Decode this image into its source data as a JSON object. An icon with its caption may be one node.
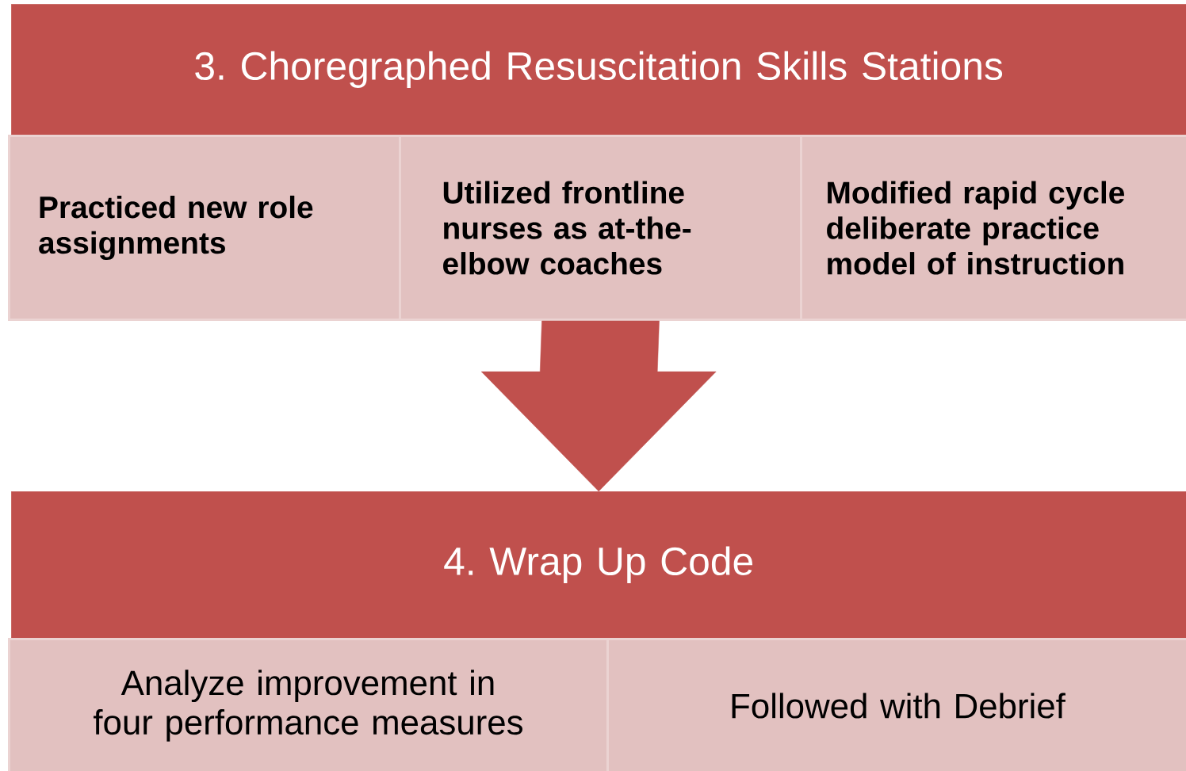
{
  "diagram": {
    "nodes": [
      {
        "text": [
          "3. Choregraphed Resuscitation Skills Stations"
        ]
      },
      {
        "text": [
          "Practiced new role assignments"
        ]
      },
      {
        "text": [
          "Utilized frontline nurses as at-the-elbow coaches"
        ]
      },
      {
        "text": [
          "Modified rapid cycle deliberate practice model of instruction"
        ]
      },
      {
        "text": [
          "4. Wrap Up Code"
        ]
      },
      {
        "text": [
          "Analyze improvement in four performance measures"
        ]
      },
      {
        "text": [
          "Followed with Debrief"
        ]
      }
    ],
    "edges": [
      {
        "from": 2,
        "to": 4,
        "arrow": "to"
      }
    ]
  }
}
